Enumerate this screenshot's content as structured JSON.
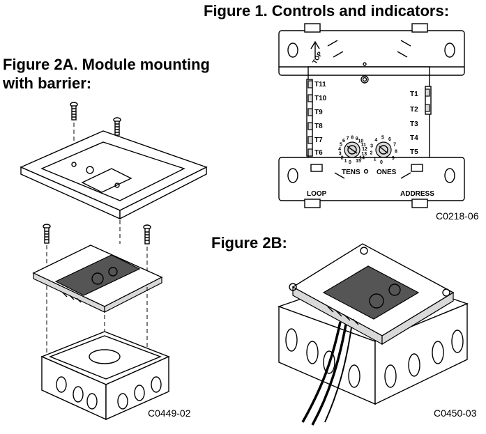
{
  "figure1": {
    "title": "Figure 1. Controls and indicators:",
    "code": "C0218-06",
    "labels": {
      "top": "TOP",
      "loop": "LOOP",
      "address": "ADDRESS",
      "tens": "TENS",
      "ones": "ONES",
      "left_terminals": [
        "T11",
        "T10",
        "T9",
        "T8",
        "T7",
        "T6"
      ],
      "right_terminals": [
        "T1",
        "T2",
        "T3",
        "T4",
        "T5"
      ],
      "tens_dial": [
        "0",
        "1",
        "2",
        "3",
        "4",
        "5",
        "6",
        "7",
        "8",
        "9",
        "10",
        "11",
        "12",
        "13",
        "14",
        "15"
      ],
      "ones_dial": [
        "0",
        "1",
        "2",
        "3",
        "4",
        "5",
        "6",
        "7",
        "8",
        "9"
      ]
    }
  },
  "figure2a": {
    "title_line1": "Figure 2A. Module mounting",
    "title_line2": "with barrier:",
    "code": "C0449-02"
  },
  "figure2b": {
    "title": "Figure 2B:",
    "code": "C0450-03"
  }
}
